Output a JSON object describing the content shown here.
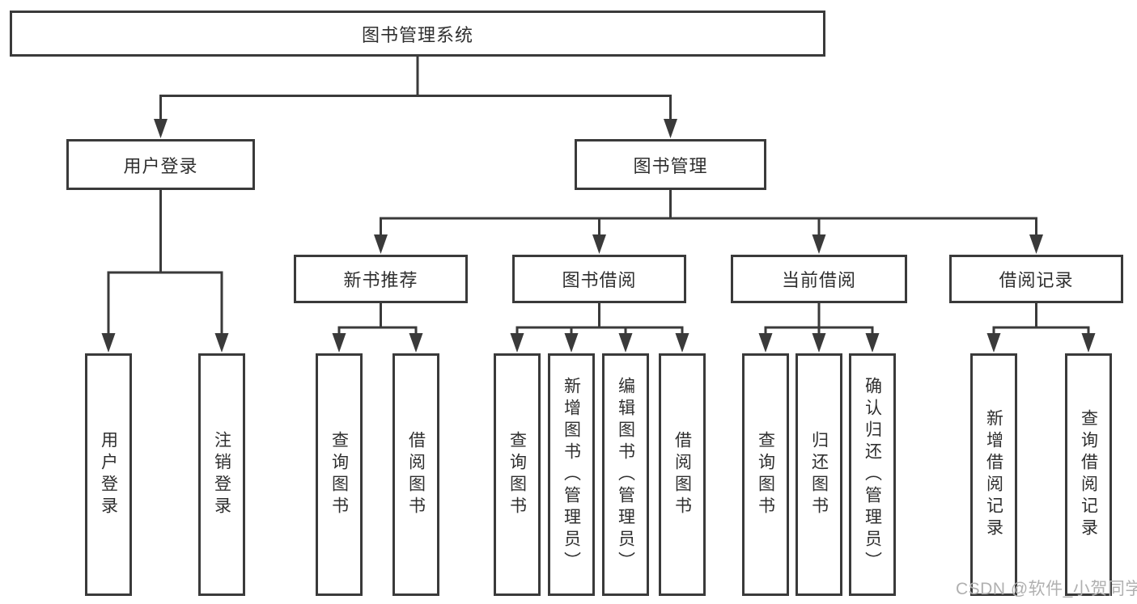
{
  "diagram": {
    "root": {
      "label": "图书管理系统"
    },
    "branches": {
      "user_login": {
        "label": "用户登录",
        "children": [
          "用户登录",
          "注销登录"
        ]
      },
      "book_mgmt": {
        "label": "图书管理",
        "children": {
          "new_book": {
            "label": "新书推荐",
            "children": [
              "查询图书",
              "借阅图书"
            ]
          },
          "borrow": {
            "label": "图书借阅",
            "children": [
              "查询图书",
              "新增图书（管理员）",
              "编辑图书（管理员）",
              "借阅图书"
            ]
          },
          "current": {
            "label": "当前借阅",
            "children": [
              "查询图书",
              "归还图书",
              "确认归还（管理员）"
            ]
          },
          "records": {
            "label": "借阅记录",
            "children": [
              "新增借阅记录",
              "查询借阅记录"
            ]
          }
        }
      }
    },
    "watermark": "CSDN @软件_小贺同学",
    "colors": {
      "line": "#3a3a3a",
      "text": "#2f2f2f",
      "box_fill": "#ffffff",
      "watermark": "#b0b0b0",
      "background": "#ffffff"
    }
  }
}
